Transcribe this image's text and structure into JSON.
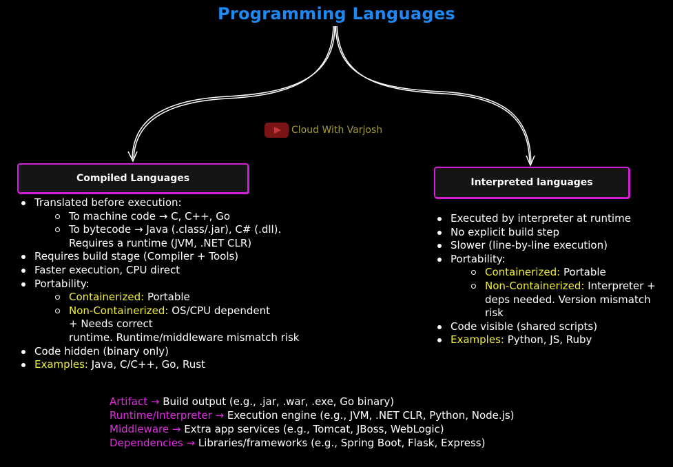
{
  "title": "Programming Languages",
  "watermark": "Cloud With Varjosh",
  "icons": {
    "watermark": "youtube-icon"
  },
  "colors": {
    "title": "#1e88f5",
    "box_border": "#d21fd6",
    "highlight": "#f2ee35",
    "term": "#e22be2",
    "watermark": "#a59a35"
  },
  "compiled": {
    "heading": "Compiled Languages",
    "translated": "Translated before execution:",
    "machine_code": "To machine code → C, C++, Go",
    "bytecode_line1": "To bytecode → Java (.class/.jar), C# (.dll).",
    "bytecode_line2": "Requires a runtime (JVM, .NET CLR)",
    "build_stage": "Requires build stage (Compiler + Tools)",
    "faster": "Faster execution, CPU direct",
    "portability": "Portability:",
    "containerized_label": "Containerized:",
    "containerized_value": "Portable",
    "noncontainerized_label": "Non-Containerized:",
    "noncontainerized_line1": "OS/CPU dependent",
    "noncontainerized_line2": "+ Needs correct",
    "noncontainerized_line3": "runtime. Runtime/middleware mismatch risk",
    "code_hidden": "Code hidden (binary only)",
    "examples_label": "Examples:",
    "examples_value": "Java, C/C++, Go, Rust"
  },
  "interpreted": {
    "heading": "Interpreted languages",
    "executed": "Executed by interpreter at runtime",
    "no_build": "No explicit build step",
    "slower": "Slower (line-by-line execution)",
    "portability": "Portability:",
    "containerized_label": "Containerized:",
    "containerized_value": "Portable",
    "noncontainerized_label": "Non-Containerized:",
    "noncontainerized_line1": "Interpreter +",
    "noncontainerized_line2": "deps needed. Version mismatch",
    "noncontainerized_line3": "risk",
    "code_visible": "Code visible (shared scripts)",
    "examples_label": "Examples:",
    "examples_value": "Python, JS, Ruby"
  },
  "definitions": [
    {
      "term": "Artifact →",
      "text": "Build output (e.g., .jar, .war, .exe, Go binary)"
    },
    {
      "term": "Runtime/Interpreter →",
      "text": "Execution engine (e.g., JVM, .NET CLR, Python, Node.js)"
    },
    {
      "term": "Middleware →",
      "text": "Extra app services (e.g., Tomcat, JBoss, WebLogic)"
    },
    {
      "term": "Dependencies →",
      "text": "Libraries/frameworks (e.g., Spring Boot, Flask, Express)"
    }
  ]
}
